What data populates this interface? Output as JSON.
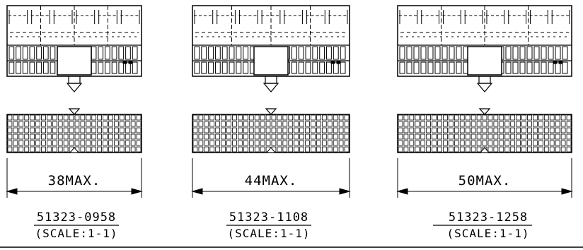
{
  "drawing": {
    "connectors": [
      {
        "dimension": "38MAX.",
        "part_number": "51323-0958",
        "scale": "(SCALE:1-1)"
      },
      {
        "dimension": "44MAX.",
        "part_number": "51323-1108",
        "scale": "(SCALE:1-1)"
      },
      {
        "dimension": "50MAX.",
        "part_number": "51323-1258",
        "scale": "(SCALE:1-1)"
      }
    ],
    "colors": {
      "line": "#000000",
      "background": "#ffffff"
    }
  }
}
